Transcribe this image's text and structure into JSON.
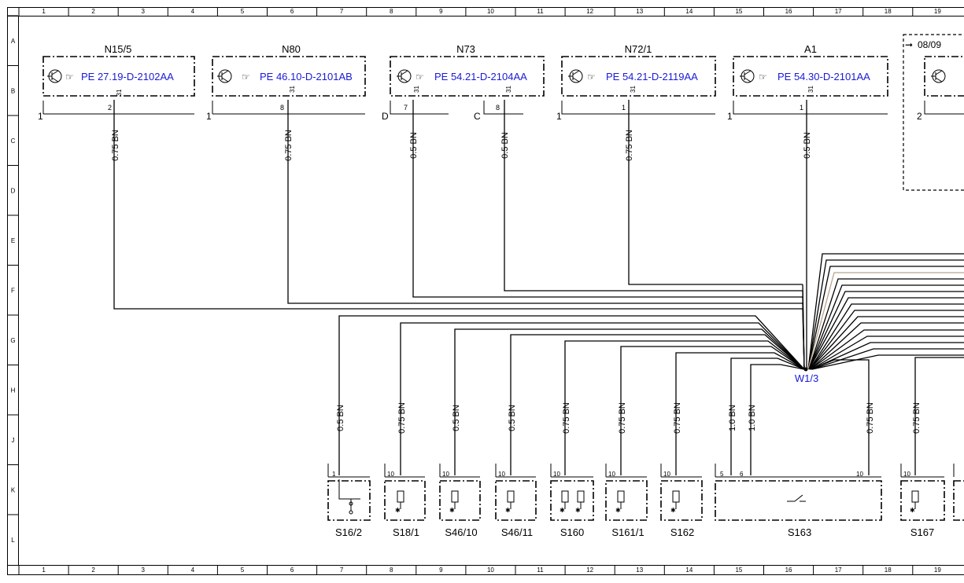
{
  "grid": {
    "columns": [
      "1",
      "2",
      "3",
      "4",
      "5",
      "6",
      "7",
      "8",
      "9",
      "10",
      "11",
      "12",
      "13",
      "14",
      "15",
      "16",
      "17",
      "18",
      "19"
    ],
    "rows": [
      "A",
      "B",
      "C",
      "D",
      "E",
      "F",
      "G",
      "H",
      "J",
      "K",
      "L"
    ]
  },
  "top_components": [
    {
      "name": "N15/5",
      "ref": "PE 27.19-D-2102AA",
      "pin": "2",
      "ground": "31",
      "side": "1",
      "wire": "0.75 BN"
    },
    {
      "name": "N80",
      "ref": "PE 46.10-D-2101AB",
      "pin": "8",
      "ground": "31",
      "side": "1",
      "wire": "0.75 BN"
    },
    {
      "name": "N73",
      "ref": "PE 54.21-D-2104AA",
      "pins": [
        "7",
        "8"
      ],
      "ground": "31",
      "sides": [
        "D",
        "C"
      ],
      "wires": [
        "0.5 BN",
        "0.5 BN"
      ]
    },
    {
      "name": "N72/1",
      "ref": "PE 54.21-D-2119AA",
      "pin": "1",
      "ground": "31",
      "side": "1",
      "wire": "0.75 BN"
    },
    {
      "name": "A1",
      "ref": "PE 54.30-D-2101AA",
      "pin": "1",
      "ground": "31",
      "side": "1",
      "wire": "0.5 BN"
    }
  ],
  "variant_box": {
    "label": "08/09",
    "side": "2"
  },
  "splice": {
    "name": "W1/3"
  },
  "bottom_components": [
    {
      "name": "S16/2",
      "pin": "1",
      "wire": "0.5 BN"
    },
    {
      "name": "S18/1",
      "pin": "10",
      "wire": "0.75 BN"
    },
    {
      "name": "S46/10",
      "pin": "10",
      "wire": "0.5 BN"
    },
    {
      "name": "S46/11",
      "pin": "10",
      "wire": "0.5 BN"
    },
    {
      "name": "S160",
      "pin": "10",
      "wire": "0.75 BN"
    },
    {
      "name": "S161/1",
      "pin": "10",
      "wire": "0.75 BN"
    },
    {
      "name": "S162",
      "pin": "10",
      "wire": "0.75 BN"
    },
    {
      "name": "S163",
      "pins": [
        "5",
        "6",
        "10"
      ],
      "wires": [
        "1.0 BN",
        "1.0 BN",
        "0.75 BN"
      ]
    },
    {
      "name": "S167",
      "pin": "10",
      "wire": "0.75 BN"
    }
  ],
  "colors": {
    "link": "#1a1ad6",
    "wire": "#000000",
    "tan_wire": "#b8a48c"
  }
}
